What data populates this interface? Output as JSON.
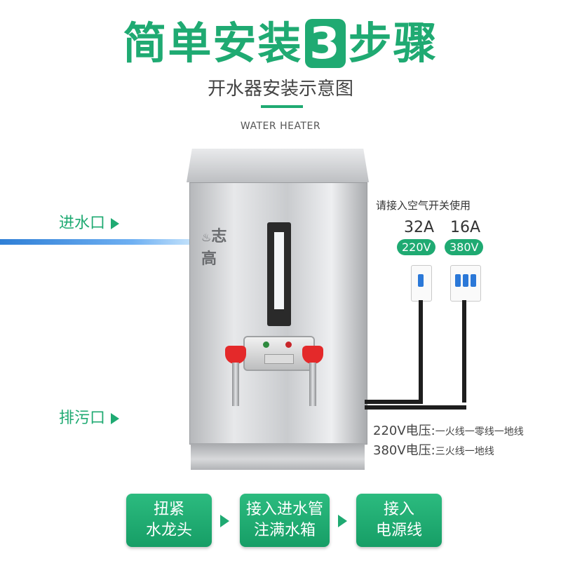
{
  "header": {
    "title_part1": "简单安装",
    "title_number": "3",
    "title_part2": "步骤",
    "subtitle": "开水器安装示意图",
    "english_label": "WATER HEATER"
  },
  "labels": {
    "inlet": "进水口",
    "drain": "排污口"
  },
  "product": {
    "logo_text": "志高"
  },
  "breakers": {
    "title": "请接入空气开关使用",
    "items": [
      {
        "amperage": "32A",
        "voltage": "220V"
      },
      {
        "amperage": "16A",
        "voltage": "380V"
      }
    ]
  },
  "voltage_specs": [
    {
      "label": "220V电压:",
      "detail": "一火线一零线一地线"
    },
    {
      "label": "380V电压:",
      "detail": "三火线一地线"
    }
  ],
  "steps": [
    {
      "line1": "扭紧",
      "line2": "水龙头"
    },
    {
      "line1": "接入进水管",
      "line2": "注满水箱"
    },
    {
      "line1": "接入",
      "line2": "电源线"
    }
  ],
  "colors": {
    "brand_green": "#1faa72",
    "inlet_pipe_blue": "#2f7fd6",
    "tap_red": "#e4292a",
    "breaker_blue": "#2b78d8"
  }
}
